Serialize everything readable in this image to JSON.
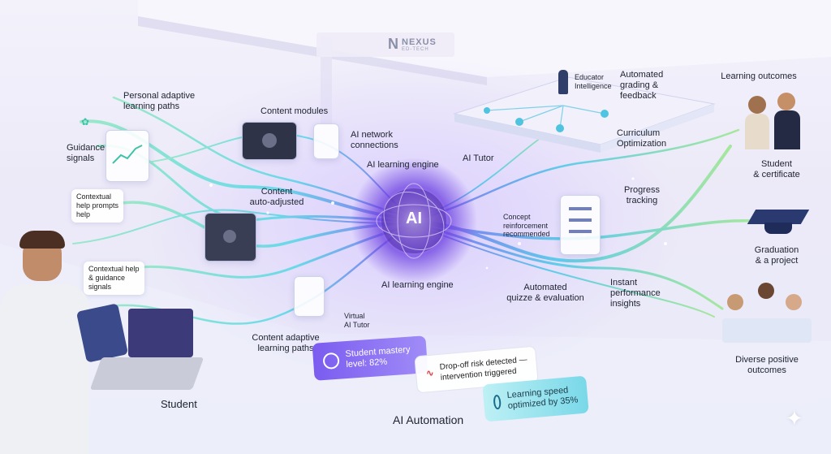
{
  "brand": {
    "name": "NEXUS",
    "sub": "ED-TECH"
  },
  "core": {
    "label": "AI",
    "engine_top": "AI learning engine",
    "engine_bottom": "AI learning engine"
  },
  "labels": {
    "personal_paths": "Personal adaptive\nlearning paths",
    "content_modules": "Content modules",
    "network_connections": "AI network\nconnections",
    "guidance_signals": "Guidance\nsignals",
    "contextual_help_prompts": "Contextual\nhelp prompts\nhelp",
    "content_auto_adjusted": "Content\nauto-adjusted",
    "contextual_help_guidance": "Contextual help\n& guidance\nsignals",
    "content_adaptive_paths": "Content adaptive\nlearning paths",
    "virtual_tutor": "Virtual\nAI Tutor",
    "student": "Student",
    "ai_automation": "AI Automation",
    "educator_intelligence": "Educator\nIntelligence",
    "automated_grading": "Automated\ngrading &\nfeedback",
    "curriculum_optimization": "Curriculum\nOptimization",
    "ai_tutor": "AI Tutor",
    "concept_reinforcement": "Concept\nreinforcement\nrecommended",
    "progress_tracking": "Progress\ntracking",
    "automated_quizzes": "Automated\nquizze & evaluation",
    "instant_insights": "Instant\nperformance\ninsights",
    "learning_outcomes": "Learning outcomes",
    "student_certificate": "Student\n& certificate",
    "graduation_project": "Graduation\n& a project",
    "diverse_outcomes": "Diverse positive\noutcomes"
  },
  "metrics": {
    "mastery": "Student mastery\nlevel: 82%",
    "dropoff": "Drop-off risk detected —\nintervention triggered",
    "speed": "Learning speed\noptimized by 35%"
  },
  "colors": {
    "accent": "#7b5cf0",
    "teal": "#3fd4d0",
    "green": "#7fe0a0",
    "purple_card": "#8a6df2",
    "cyan_card": "#5fd3e6"
  }
}
